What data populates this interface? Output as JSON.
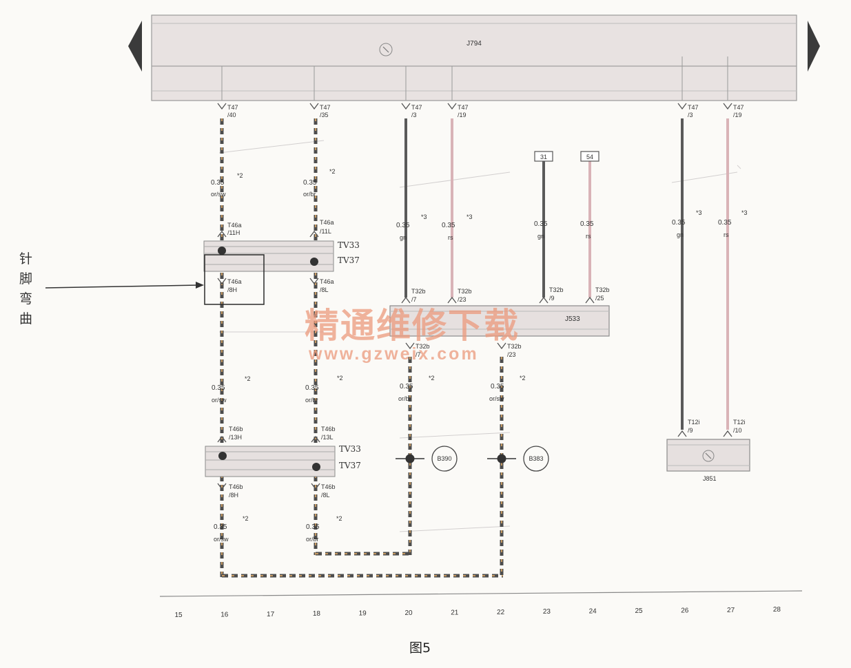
{
  "colors": {
    "wire_dark": "#555555",
    "wire_pink": "#d9b3b7",
    "wire_orange": "#c9a06a",
    "module_fill": "#e9e3e2",
    "watermark": "#e8876a"
  },
  "top_module": {
    "name": "J794"
  },
  "top_pins": [
    {
      "conn": "T47",
      "pin": "/40"
    },
    {
      "conn": "T47",
      "pin": "/35"
    },
    {
      "conn": "T47",
      "pin": "/3"
    },
    {
      "conn": "T47",
      "pin": "/19"
    },
    {
      "conn": "T47",
      "pin": "/3"
    },
    {
      "conn": "T47",
      "pin": "/19"
    }
  ],
  "sources": [
    "31",
    "54"
  ],
  "wire_upper": [
    {
      "size": "0.35",
      "color": "or/sw",
      "note": "*2"
    },
    {
      "size": "0.35",
      "color": "or/br",
      "note": "*2"
    },
    {
      "size": "0.35",
      "color": "gn",
      "note": "*3"
    },
    {
      "size": "0.35",
      "color": "rs",
      "note": "*3"
    },
    {
      "size": "0.35",
      "color": "gn",
      "note": ""
    },
    {
      "size": "0.35",
      "color": "rs",
      "note": ""
    },
    {
      "size": "0.35",
      "color": "gn",
      "note": "*3"
    },
    {
      "size": "0.35",
      "color": "rs",
      "note": "*3"
    }
  ],
  "tv_upper": {
    "labels": [
      "TV33",
      "TV37"
    ],
    "pins_top": [
      {
        "conn": "T46a",
        "pin": "/11H"
      },
      {
        "conn": "T46a",
        "pin": "/11L"
      }
    ],
    "pins_bottom": [
      {
        "conn": "T46a",
        "pin": "/8H"
      },
      {
        "conn": "T46a",
        "pin": "/8L"
      }
    ]
  },
  "callout": {
    "chars": [
      "针",
      "脚",
      "弯",
      "曲"
    ]
  },
  "mid_module": {
    "name": "J533",
    "pins_top": [
      {
        "conn": "T32b",
        "pin": "/7"
      },
      {
        "conn": "T32b",
        "pin": "/23"
      },
      {
        "conn": "T32b",
        "pin": "/9"
      },
      {
        "conn": "T32b",
        "pin": "/25"
      }
    ],
    "pins_bottom": [
      {
        "conn": "T32b",
        "pin": "/7"
      },
      {
        "conn": "T32b",
        "pin": "/23"
      }
    ]
  },
  "watermark": {
    "title": "精通维修下载",
    "url": "www.gzweix.com"
  },
  "wire_mid": [
    {
      "size": "0.35",
      "color": "or/sw",
      "note": "*2"
    },
    {
      "size": "0.35",
      "color": "or/br",
      "note": "*2"
    },
    {
      "size": "0.35",
      "color": "or/br",
      "note": "*2"
    },
    {
      "size": "0.35",
      "color": "or/sw",
      "note": "*2"
    }
  ],
  "tv_lower": {
    "labels": [
      "TV33",
      "TV37"
    ],
    "pins_top": [
      {
        "conn": "T46b",
        "pin": "/13H"
      },
      {
        "conn": "T46b",
        "pin": "/13L"
      }
    ],
    "pins_bottom": [
      {
        "conn": "T46b",
        "pin": "/8H"
      },
      {
        "conn": "T46b",
        "pin": "/8L"
      }
    ]
  },
  "splices": [
    "B390",
    "B383"
  ],
  "right_module": {
    "name": "J851",
    "pins": [
      {
        "conn": "T12i",
        "pin": "/9"
      },
      {
        "conn": "T12i",
        "pin": "/10"
      }
    ]
  },
  "wire_lower": [
    {
      "size": "0.35",
      "color": "or/sw",
      "note": "*2"
    },
    {
      "size": "0.35",
      "color": "or/br",
      "note": "*2"
    }
  ],
  "columns": [
    "15",
    "16",
    "17",
    "18",
    "19",
    "20",
    "21",
    "22",
    "23",
    "24",
    "25",
    "26",
    "27",
    "28"
  ],
  "caption": "图5"
}
